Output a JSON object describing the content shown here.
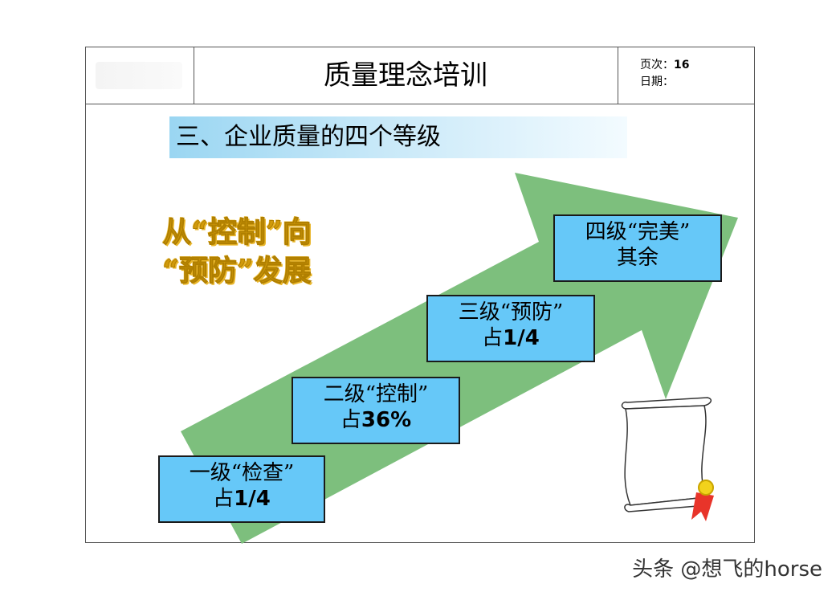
{
  "header": {
    "title": "质量理念培训",
    "page_label": "页次：",
    "page_number": "16",
    "date_label": "日期："
  },
  "section": {
    "title": "三、企业质量的四个等级"
  },
  "slogan": {
    "line1": "从“控制”向",
    "line2": "“预防”发展"
  },
  "levels": [
    {
      "name": "一级“检查”",
      "share_prefix": "占",
      "share": "1/4"
    },
    {
      "name": "二级“控制”",
      "share_prefix": "占",
      "share": "36%"
    },
    {
      "name": "三级“预防”",
      "share_prefix": "占",
      "share": "1/4"
    },
    {
      "name": "四级“完美”",
      "share_prefix": "",
      "share": "其余"
    }
  ],
  "footer": {
    "watermark": "头条 @想飞的horse"
  },
  "colors": {
    "arrow": "#7dbf7d",
    "box": "#66c8f8",
    "slogan": "#d19a0a",
    "ribbon": "#e8342a"
  }
}
